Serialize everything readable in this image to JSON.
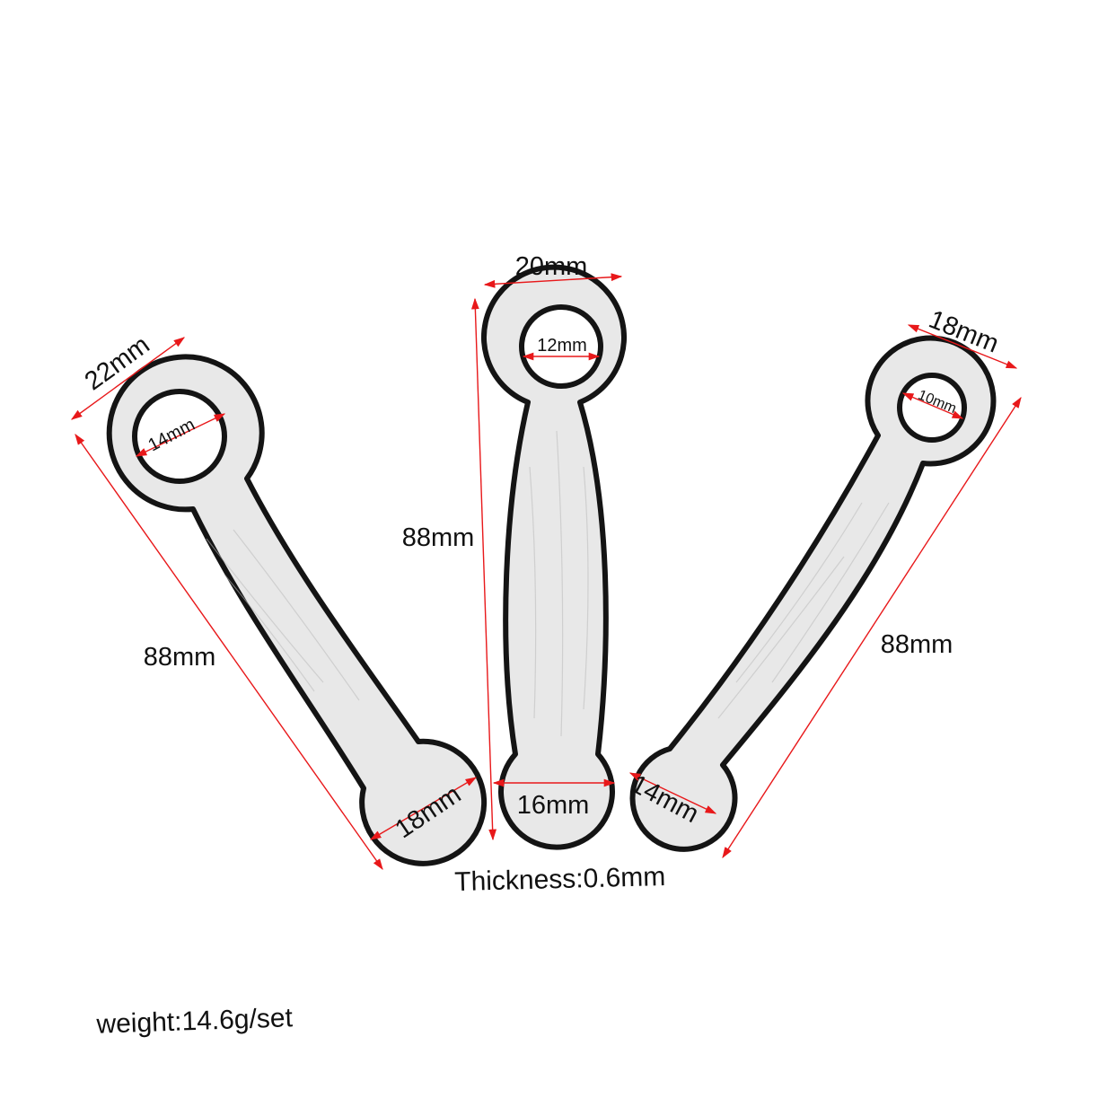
{
  "colors": {
    "dimension_line": "#e8181a",
    "outline": "#141414",
    "part_fill": "#e8e8e8",
    "text": "#111111",
    "background": "#ffffff"
  },
  "parts": [
    {
      "name": "left",
      "top_width": "22mm",
      "hole_diameter": "14mm",
      "length": "88mm",
      "bottom_diameter": "18mm"
    },
    {
      "name": "middle",
      "top_width": "20mm",
      "hole_diameter": "12mm",
      "length": "88mm",
      "bottom_diameter": "16mm"
    },
    {
      "name": "right",
      "top_width": "18mm",
      "hole_diameter": "10mm",
      "length": "88mm",
      "bottom_diameter": "14mm"
    }
  ],
  "notes": {
    "thickness": "Thickness:0.6mm",
    "weight": "weight:14.6g/set"
  }
}
